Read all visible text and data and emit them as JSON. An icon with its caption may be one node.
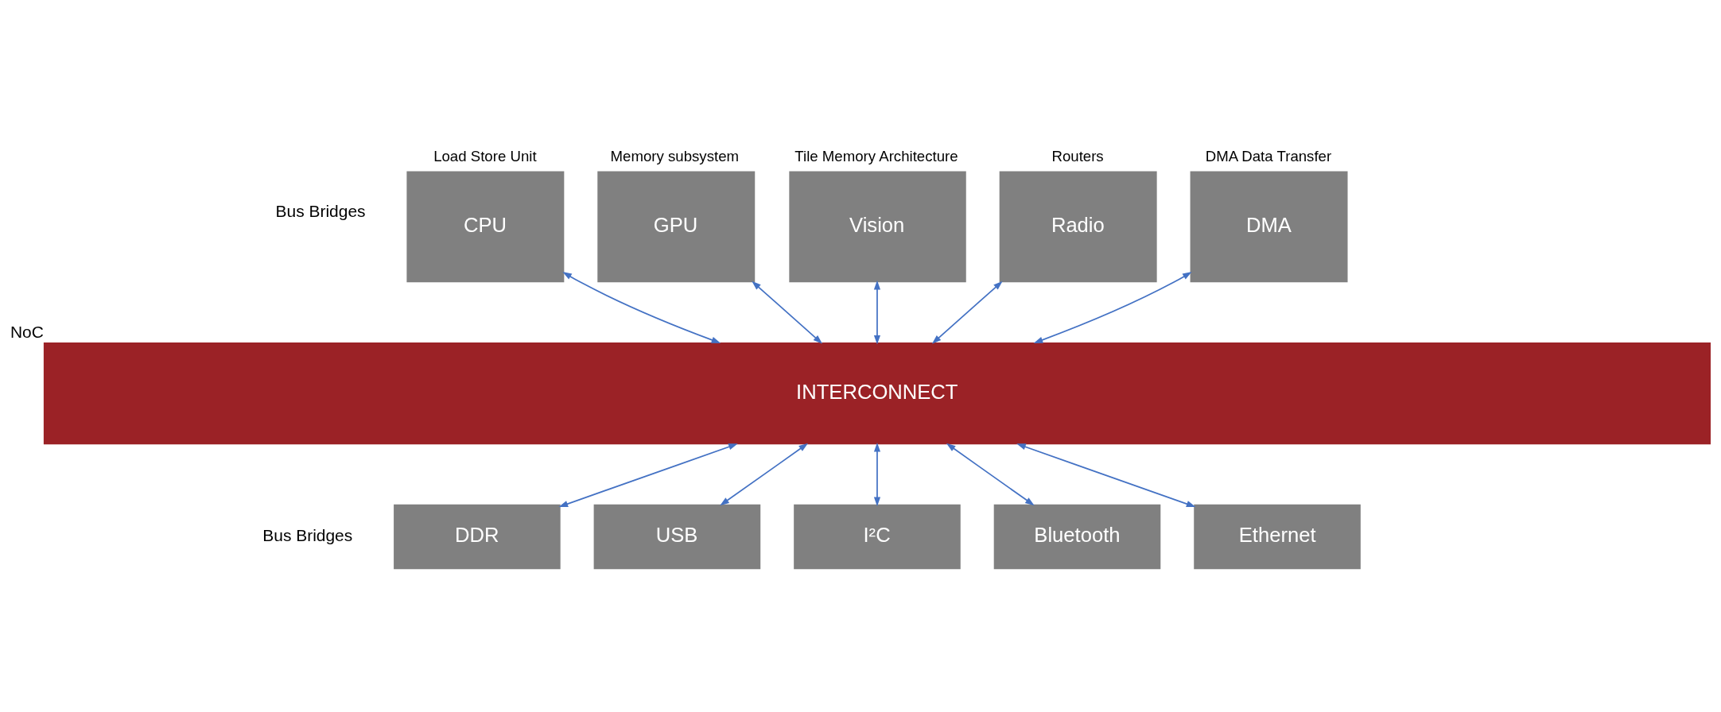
{
  "diagram": {
    "nodes": [
      {
        "text": [
          "Load Store Unit",
          "CPU"
        ]
      },
      {
        "text": [
          "Memory subsystem",
          "GPU"
        ]
      },
      {
        "text": [
          "Tile Memory Architecture",
          "Vision"
        ]
      },
      {
        "text": [
          "Routers",
          "Radio"
        ]
      },
      {
        "text": [
          "DMA Data Transfer",
          "DMA"
        ]
      },
      {
        "text": [
          "INTERCONNECT"
        ],
        "beside": [
          "NoC"
        ]
      },
      {
        "text": [
          "DDR"
        ]
      },
      {
        "text": [
          "USB"
        ]
      },
      {
        "text": [
          "I²C"
        ]
      },
      {
        "text": [
          "Bluetooth"
        ]
      },
      {
        "text": [
          "Ethernet"
        ]
      }
    ],
    "edges": [
      {
        "from": 0,
        "to": 5,
        "arrow": "both"
      },
      {
        "from": 1,
        "to": 5,
        "arrow": "both"
      },
      {
        "from": 2,
        "to": 5,
        "arrow": "both"
      },
      {
        "from": 3,
        "to": 5,
        "arrow": "both"
      },
      {
        "from": 4,
        "to": 5,
        "arrow": "both"
      },
      {
        "from": 5,
        "to": 6,
        "arrow": "both"
      },
      {
        "from": 5,
        "to": 7,
        "arrow": "both"
      },
      {
        "from": 5,
        "to": 8,
        "arrow": "both"
      },
      {
        "from": 5,
        "to": 9,
        "arrow": "both"
      },
      {
        "from": 5,
        "to": 10,
        "arrow": "both"
      }
    ],
    "labels": [
      "Bus Bridges",
      "Bus Bridges"
    ]
  }
}
